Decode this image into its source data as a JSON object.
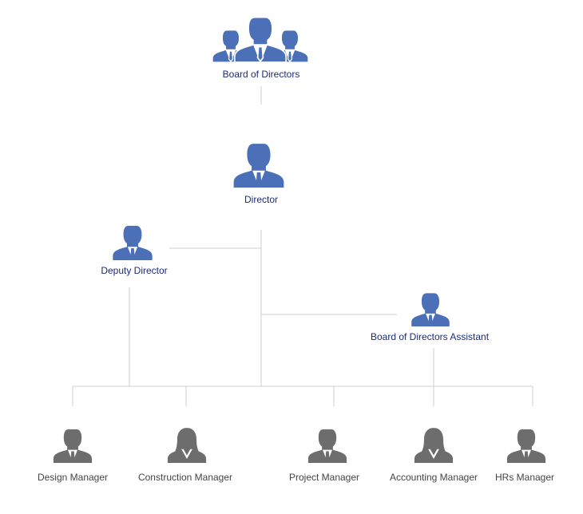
{
  "colors": {
    "executive": "#4b70b8",
    "manager": "#6d6d6d",
    "connector": "#cfcfcf",
    "executive_text": "#1c2a78",
    "manager_text": "#444444"
  },
  "org_chart": {
    "board": {
      "label": "Board of Directors",
      "icon": "group-of-executives-icon"
    },
    "director": {
      "label": "Director",
      "icon": "businessman-icon"
    },
    "deputy_director": {
      "label": "Deputy Director",
      "icon": "businessman-icon"
    },
    "board_assistant": {
      "label": "Board of Directors Assistant",
      "icon": "businessman-icon"
    },
    "managers": [
      {
        "label": "Design Manager",
        "icon": "businessman-icon"
      },
      {
        "label": "Construction Manager",
        "icon": "businesswoman-icon"
      },
      {
        "label": "Project Manager",
        "icon": "businessman-icon"
      },
      {
        "label": "Accounting Manager",
        "icon": "businesswoman-icon"
      },
      {
        "label": "HRs Manager",
        "icon": "businessman-icon"
      }
    ]
  }
}
